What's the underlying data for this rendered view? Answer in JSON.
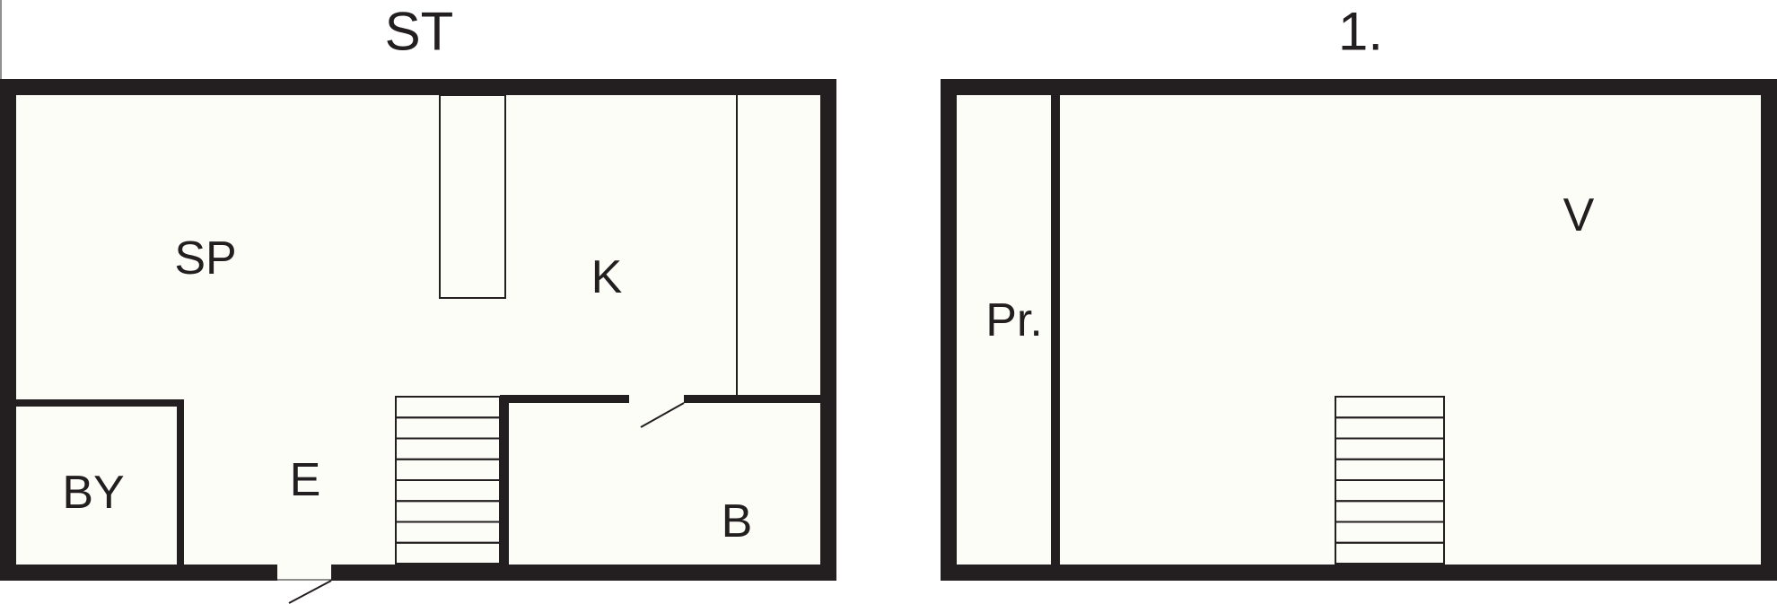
{
  "floors": [
    {
      "title": "ST",
      "rooms": [
        "SP",
        "K",
        "BY",
        "E",
        "B"
      ]
    },
    {
      "title": "1.",
      "rooms": [
        "Pr.",
        "V"
      ]
    }
  ],
  "colors": {
    "wall": "#231f20",
    "floor": "#fdfdf8"
  }
}
